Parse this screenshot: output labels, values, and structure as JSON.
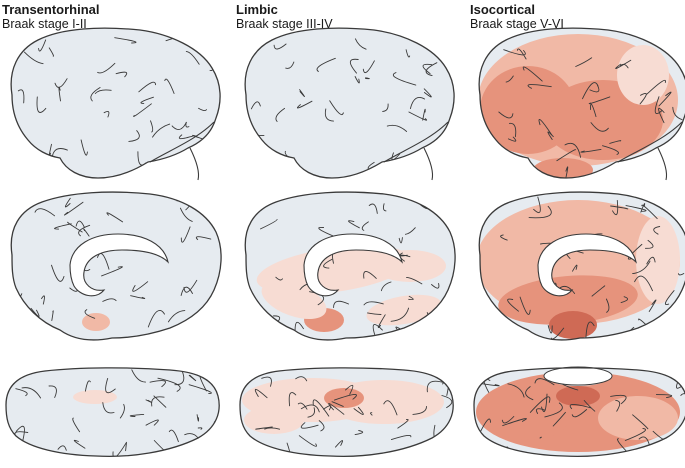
{
  "columns": [
    {
      "title": "Transentorhinal",
      "subtitle": "Braak stage I-II"
    },
    {
      "title": "Limbic",
      "subtitle": "Braak stage III-IV"
    },
    {
      "title": "Isocortical",
      "subtitle": "Braak stage V-VI"
    }
  ],
  "colors": {
    "outline": "#3a3a3a",
    "base": "#e6ebf0",
    "tint_light": "#f7dcd3",
    "tint_mid": "#f1b9a6",
    "tint_strong": "#e6937c",
    "tint_dark": "#cf6a55"
  }
}
